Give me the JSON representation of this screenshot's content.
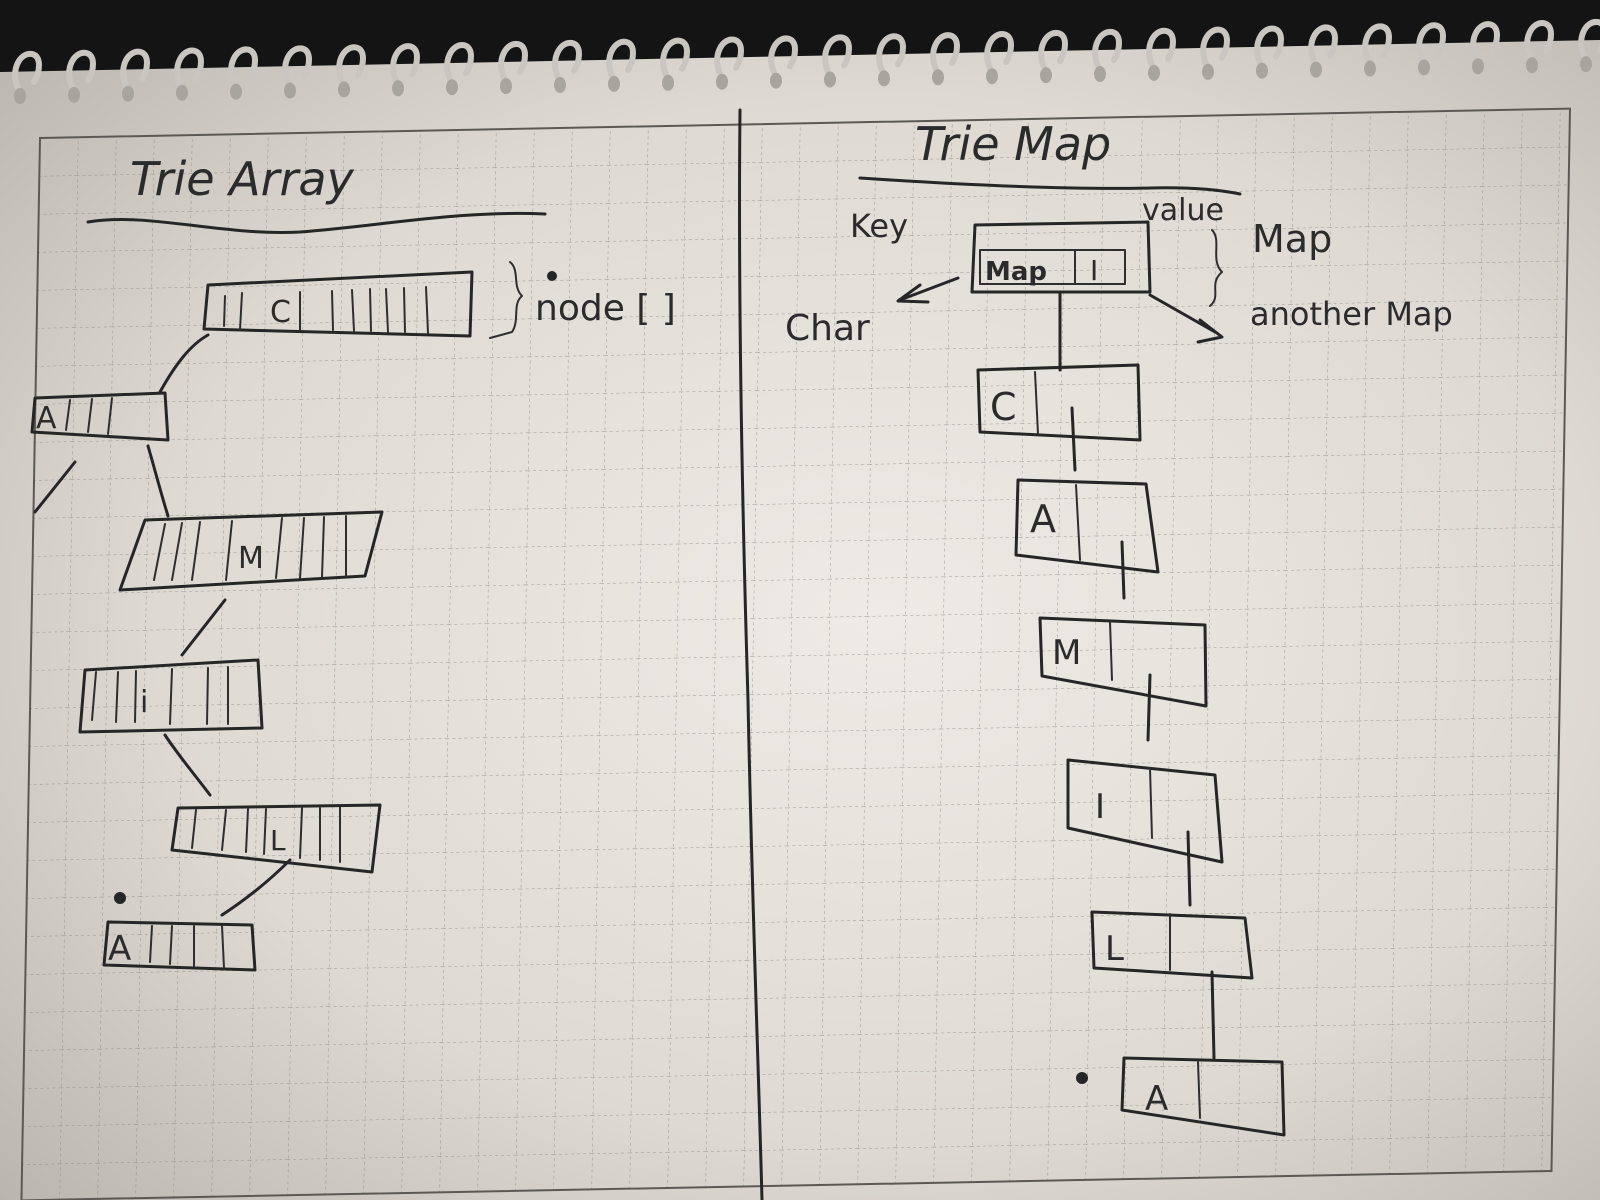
{
  "left_panel": {
    "title": "Trie Array",
    "node_array_label": "node [ ]",
    "cells": {
      "top": "C",
      "second": "A",
      "third": "M",
      "fourth": "i",
      "fifth": "L",
      "bottom": "A"
    }
  },
  "right_panel": {
    "title": "Trie Map",
    "key_label": "Key",
    "value_label": "value",
    "map_label": "Map",
    "char_label": "Char",
    "another_map_label": "another Map",
    "root_key": "Map",
    "root_value": "I",
    "chain": [
      "C",
      "A",
      "M",
      "I",
      "L",
      "A"
    ]
  },
  "colors": {
    "paper": "#d9d5ce",
    "paper_light": "#e6e3dd",
    "grid": "#8d8a85",
    "ink": "#262626",
    "backdrop": "#141414"
  }
}
